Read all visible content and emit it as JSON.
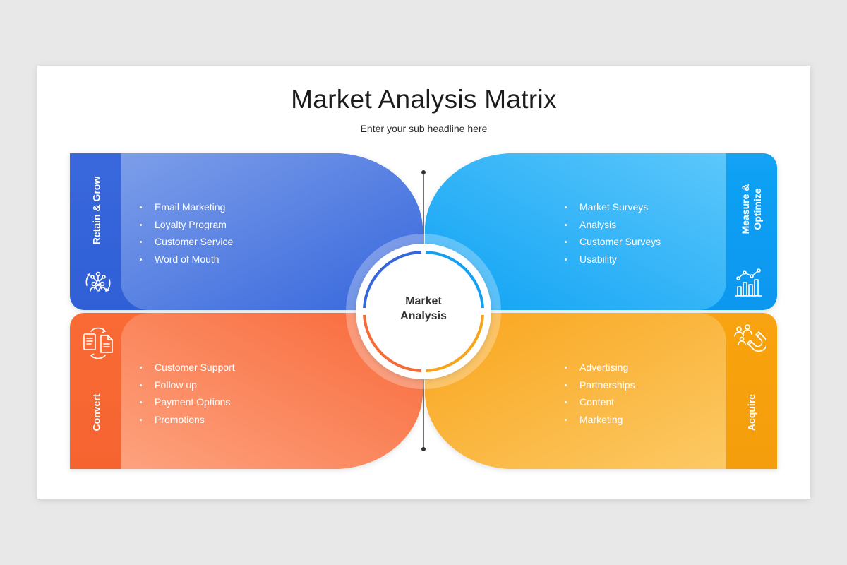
{
  "title": "Market Analysis Matrix",
  "subtitle": "Enter your sub headline here",
  "center": {
    "line1": "Market",
    "line2": "Analysis"
  },
  "quadrants": {
    "retain": {
      "label": "Retain & Grow",
      "color": "#3b6ddf",
      "icon": "team-network-icon",
      "items": [
        "Email Marketing",
        "Loyalty Program",
        "Customer Service",
        "Word of Mouth"
      ]
    },
    "measure": {
      "label_line1": "Measure &",
      "label_line2": "Optimize",
      "color": "#1aa3f5",
      "icon": "growth-chart-icon",
      "items": [
        "Market Surveys",
        "Analysis",
        "Customer Surveys",
        "Usability"
      ]
    },
    "convert": {
      "label": "Convert",
      "color": "#f66b35",
      "icon": "document-exchange-icon",
      "items": [
        "Customer Support",
        "Follow up",
        "Payment Options",
        "Promotions"
      ]
    },
    "acquire": {
      "label": "Acquire",
      "color": "#f7a418",
      "icon": "magnet-people-icon",
      "items": [
        "Advertising",
        "Partnerships",
        "Content",
        "Marketing"
      ]
    }
  }
}
